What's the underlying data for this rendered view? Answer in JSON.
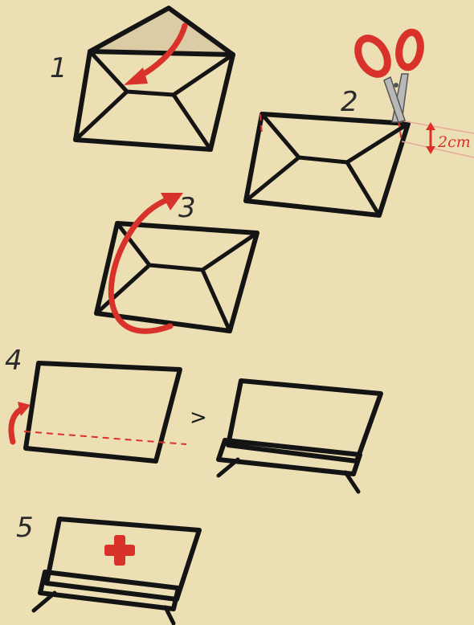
{
  "steps": [
    {
      "label": "1"
    },
    {
      "label": "2"
    },
    {
      "label": "3"
    },
    {
      "label": "4"
    },
    {
      "label": "5"
    }
  ],
  "measurement": {
    "label": "2cm"
  },
  "arrow_glyph": ">",
  "colors": {
    "background": "#ecdfb4",
    "ink": "#141414",
    "accent": "#d9322a",
    "flap": "#d8c9a3",
    "scissors_blade": "#b8b8b8"
  },
  "icons": [
    "scissors-icon",
    "fold-arrow-icon",
    "double-arrow-icon",
    "red-cross-icon",
    "envelope-icon"
  ]
}
